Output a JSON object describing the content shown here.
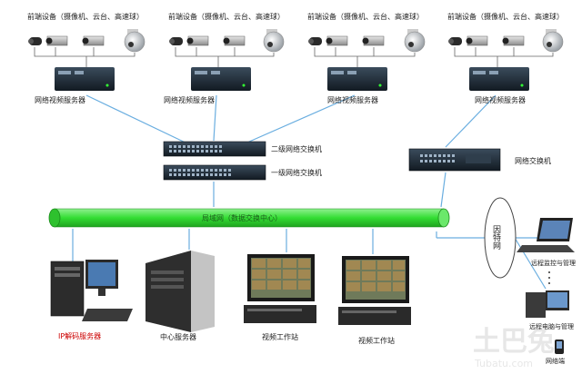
{
  "groups": [
    {
      "title": "前端设备（摄像机、云台、高速球）",
      "server_label": "网络视频服务器"
    },
    {
      "title": "前端设备（摄像机、云台、高速球）",
      "server_label": "网络视频服务器"
    },
    {
      "title": "前端设备（摄像机、云台、高速球）",
      "server_label": "网络视频服务器"
    },
    {
      "title": "前端设备（摄像机、云台、高速球）",
      "server_label": "网络视频服务器"
    }
  ],
  "switches": {
    "level2": "二级网络交换机",
    "level1": "一级网络交换机",
    "right": "网络交换机"
  },
  "backbone": {
    "label": "局域网（数据交换中心）"
  },
  "internet": {
    "label": "因特网"
  },
  "bottom": {
    "decoder": "IP解码服务器",
    "central": "中心服务器",
    "ws1": "视频工作站",
    "ws2": "视频工作站",
    "remote_client": "远程监控与管理",
    "remote_pc": "远程电脑与管理",
    "phone_label": "网络端"
  },
  "watermark": {
    "big": "土巴兔",
    "small": "Tubatu.com"
  },
  "colors": {
    "line": "#6aaee0",
    "backbone": "#33dd33",
    "backbone_dark": "#1a8a1a",
    "device": "#223040",
    "decoder_label": "#cc0000"
  }
}
